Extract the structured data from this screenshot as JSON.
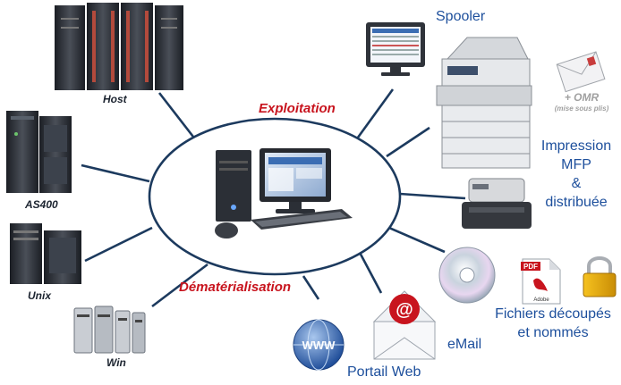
{
  "center": {
    "label_exploitation": "Exploitation",
    "label_dematerialisation": "Dématérialisation"
  },
  "sources": [
    {
      "id": "host",
      "label": "Host"
    },
    {
      "id": "as400",
      "label": "AS400"
    },
    {
      "id": "unix",
      "label": "Unix"
    },
    {
      "id": "win",
      "label": "Win"
    }
  ],
  "outputs": {
    "spooler": "Spooler",
    "omr": "+ OMR",
    "omr_note": "(mise sous plis)",
    "impression": [
      "Impression",
      "MFP",
      "&",
      "distribuée"
    ],
    "pdf_text": "PDF",
    "adobe_text": "Adobe",
    "fichiers": [
      "Fichiers découpés",
      "et nommés"
    ],
    "email": "eMail",
    "www": "WWW",
    "portail": "Portail Web"
  },
  "colors": {
    "connector": "#1c3a5e",
    "accent_red": "#c8141e",
    "accent_blue": "#1d4f9c"
  }
}
